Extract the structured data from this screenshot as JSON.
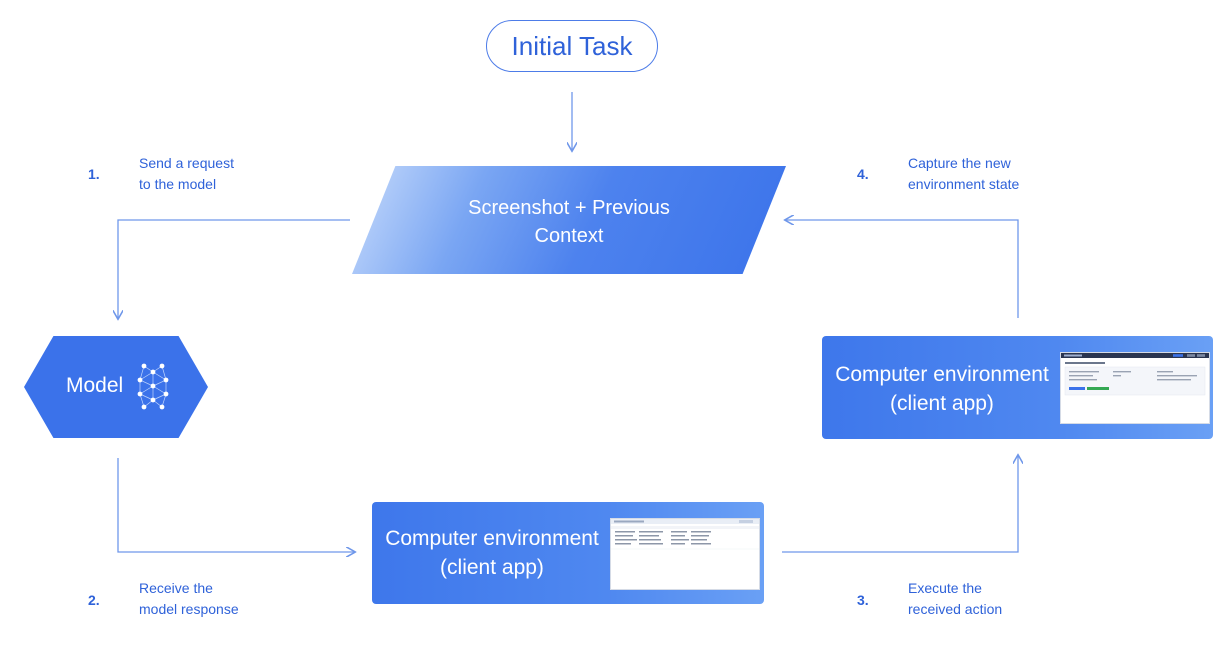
{
  "initial_task": "Initial Task",
  "context_box": {
    "line1": "Screenshot + Previous",
    "line2": "Context"
  },
  "model": {
    "label": "Model"
  },
  "env_bottom": {
    "line1": "Computer environment",
    "line2": "(client app)"
  },
  "env_right": {
    "line1": "Computer environment",
    "line2": "(client app)"
  },
  "steps": [
    {
      "number": "1.",
      "line1": "Send a request",
      "line2": "to the model"
    },
    {
      "number": "2.",
      "line1": "Receive the",
      "line2": "model response"
    },
    {
      "number": "3.",
      "line1": "Execute the",
      "line2": "received action"
    },
    {
      "number": "4.",
      "line1": "Capture the new",
      "line2": "environment state"
    }
  ],
  "colors": {
    "primary": "#3b72ea",
    "text_blue": "#2f62d9",
    "line": "#6f97ea"
  },
  "icons": {
    "model": "neural-network-icon",
    "screen": "app-screenshot-thumbnail"
  }
}
